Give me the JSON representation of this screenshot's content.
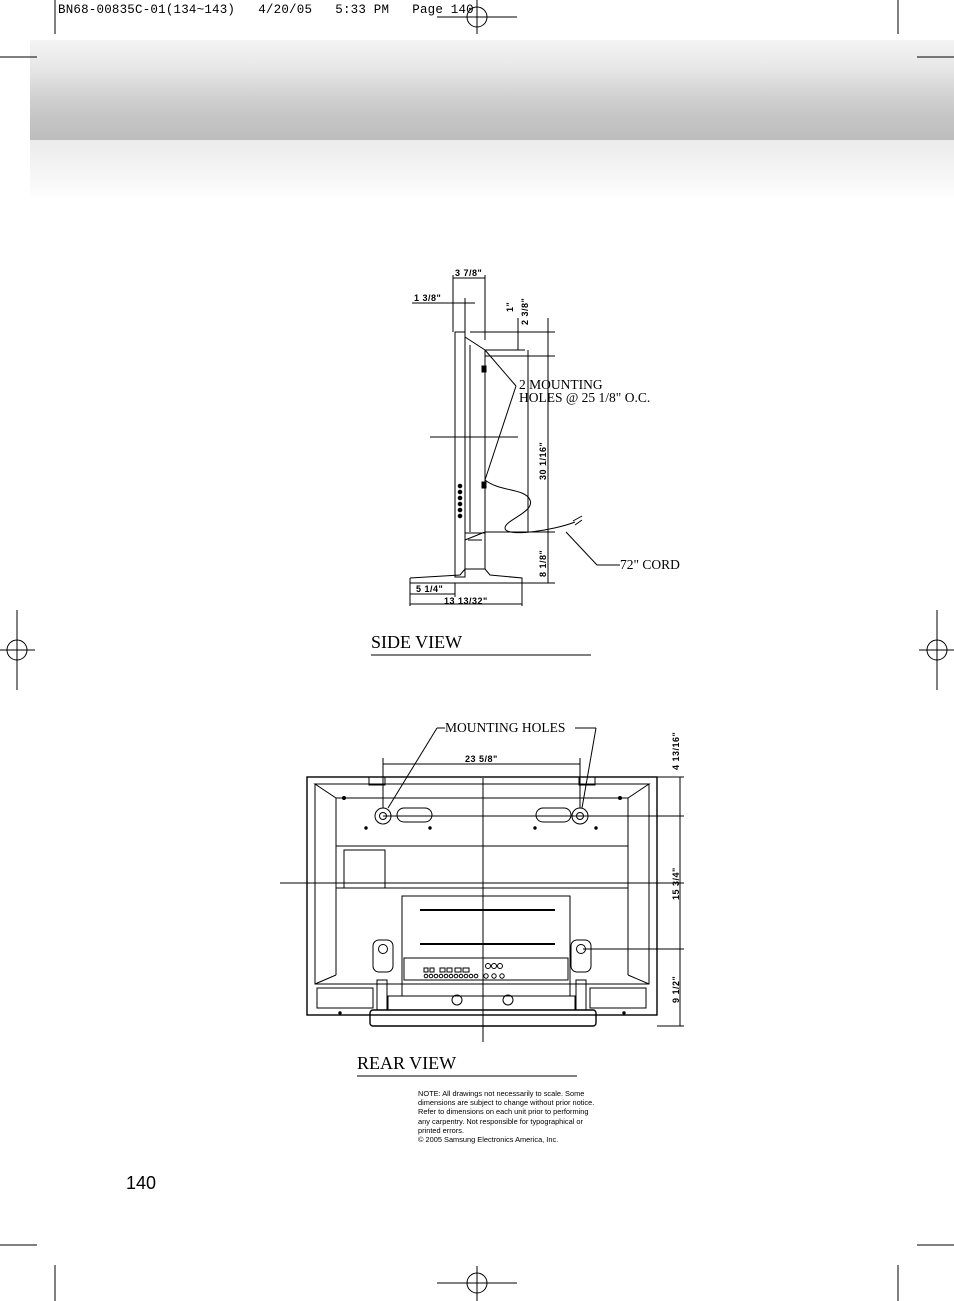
{
  "header": {
    "slug": "BN68-00835C-01(134~143)   4/20/05   5:33 PM   Page 140"
  },
  "side_view": {
    "title": "SIDE VIEW",
    "callout_mounting_line1": "2 MOUNTING",
    "callout_mounting_line2": "HOLES @ 25 1/8\" O.C.",
    "callout_cord": "72\" CORD",
    "dim_top_depth": "3 7/8\"",
    "dim_panel_depth": "1 3/8\"",
    "dim_hole_offset": "1\"",
    "dim_top_offset": "2 3/8\"",
    "dim_hole_spacing": "30 1/16\"",
    "dim_stand_height": "8 1/8\"",
    "dim_stand_front": "5 1/4\"",
    "dim_stand_depth": "13 13/32\""
  },
  "rear_view": {
    "title": "REAR VIEW",
    "callout_mounting": "MOUNTING HOLES",
    "dim_hole_width": "23 5/8\"",
    "dim_top": "4 13/16\"",
    "dim_hole_vertical": "15 3/4\"",
    "dim_bottom": "9 1/2\""
  },
  "note": {
    "line1": "NOTE:  All drawings not necessarily to scale.  Some",
    "line2": "dimensions are subject to change without prior notice.",
    "line3": "Refer to dimensions on each unit prior to performing",
    "line4": "any carpentry.  Not responsible for typographical or",
    "line5": "printed errors.",
    "copyright_symbol": "©",
    "copyright": "2005 Samsung Electronics America, Inc."
  },
  "page_number": "140"
}
